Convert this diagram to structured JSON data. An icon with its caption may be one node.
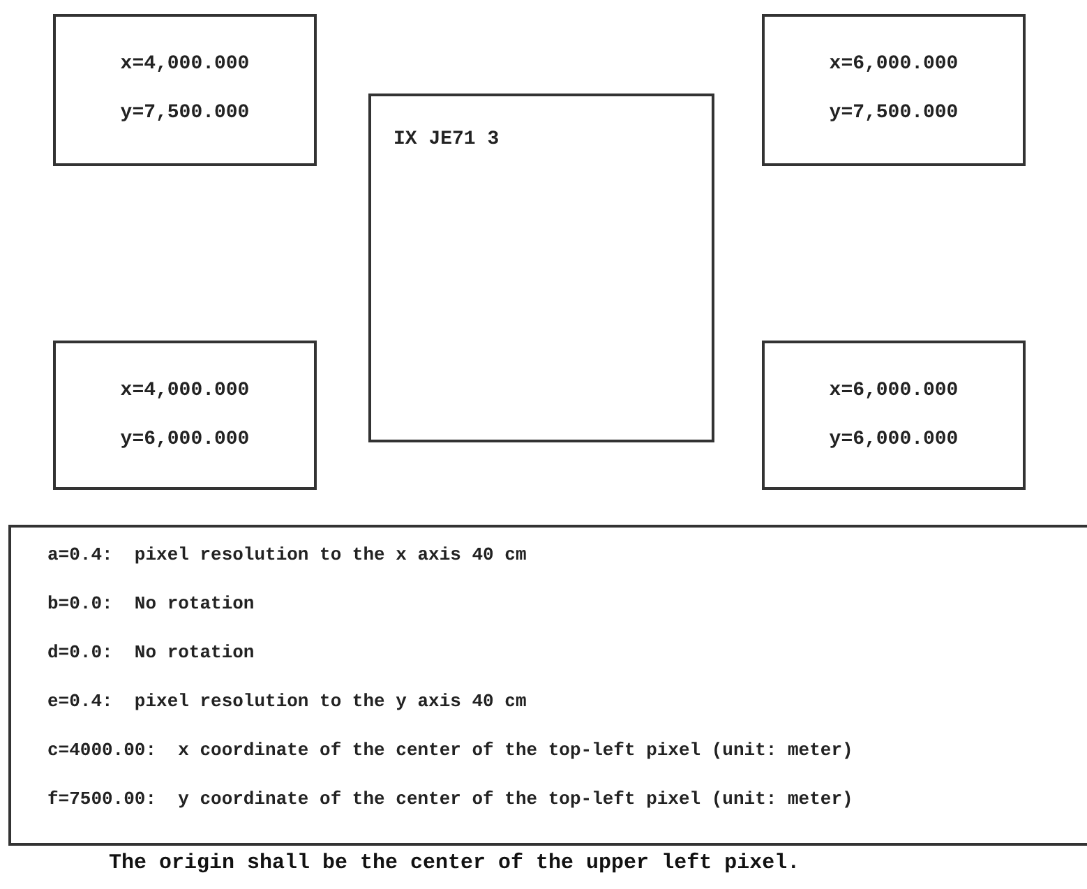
{
  "diagram": {
    "caption": "The origin shall be the center of the upper left pixel.",
    "nodes": [
      {
        "text": [
          "x=4,000.000",
          "y=7,500.000"
        ]
      },
      {
        "text": [
          "IX JE71 3"
        ]
      },
      {
        "text": [
          "x=6,000.000",
          "y=7,500.000"
        ]
      },
      {
        "text": [
          "x=4,000.000",
          "y=6,000.000"
        ]
      },
      {
        "text": [
          "x=6,000.000",
          "y=6,000.000"
        ]
      },
      {
        "text": [
          "a=0.4:  pixel resolution to the x axis 40 cm",
          "b=0.0:  No rotation",
          "d=0.0:  No rotation",
          "e=0.4:  pixel resolution to the y axis 40 cm",
          "c=4000.00:  x coordinate of the center of the top-left pixel (unit: meter)",
          "f=7500.00:  y coordinate of the center of the top-left pixel (unit: meter)"
        ]
      }
    ]
  }
}
